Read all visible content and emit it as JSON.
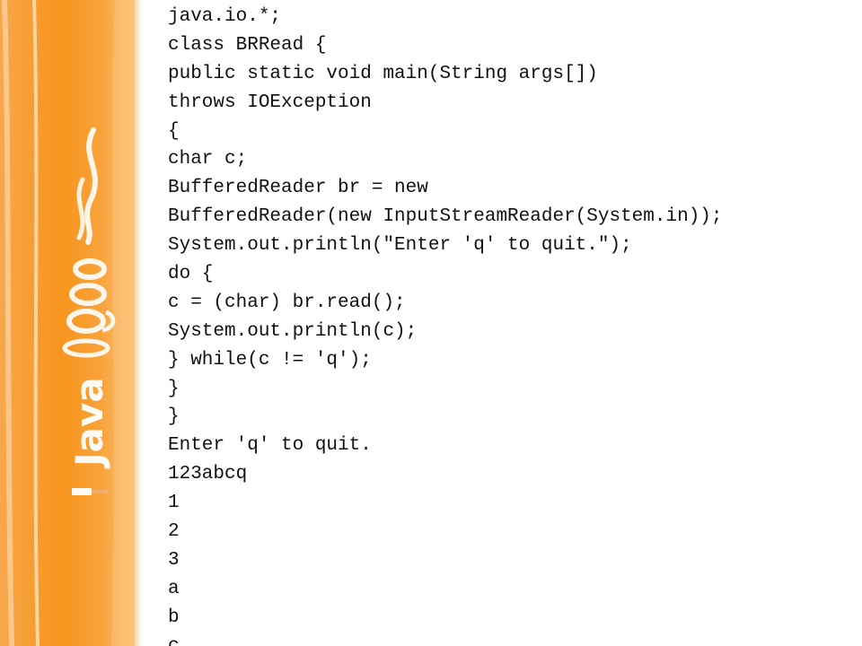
{
  "colors": {
    "banner_orange": "#f7941d",
    "banner_light": "#fbc27c",
    "text": "#111111",
    "background": "#ffffff"
  },
  "banner": {
    "logo_icon": "java-coffee-cup-icon",
    "logo_text": "Java"
  },
  "code_lines": [
    "java.io.*;",
    "class BRRead {",
    "public static void main(String args[])",
    "throws IOException",
    "{",
    "char c;",
    "BufferedReader br = new",
    "BufferedReader(new InputStreamReader(System.in));",
    "System.out.println(\"Enter 'q' to quit.\");",
    "do {",
    "c = (char) br.read();",
    "System.out.println(c);",
    "} while(c != 'q');",
    "}",
    "}",
    "Enter 'q' to quit.",
    "123abcq",
    "1",
    "2",
    "3",
    "a",
    "b",
    "c"
  ]
}
